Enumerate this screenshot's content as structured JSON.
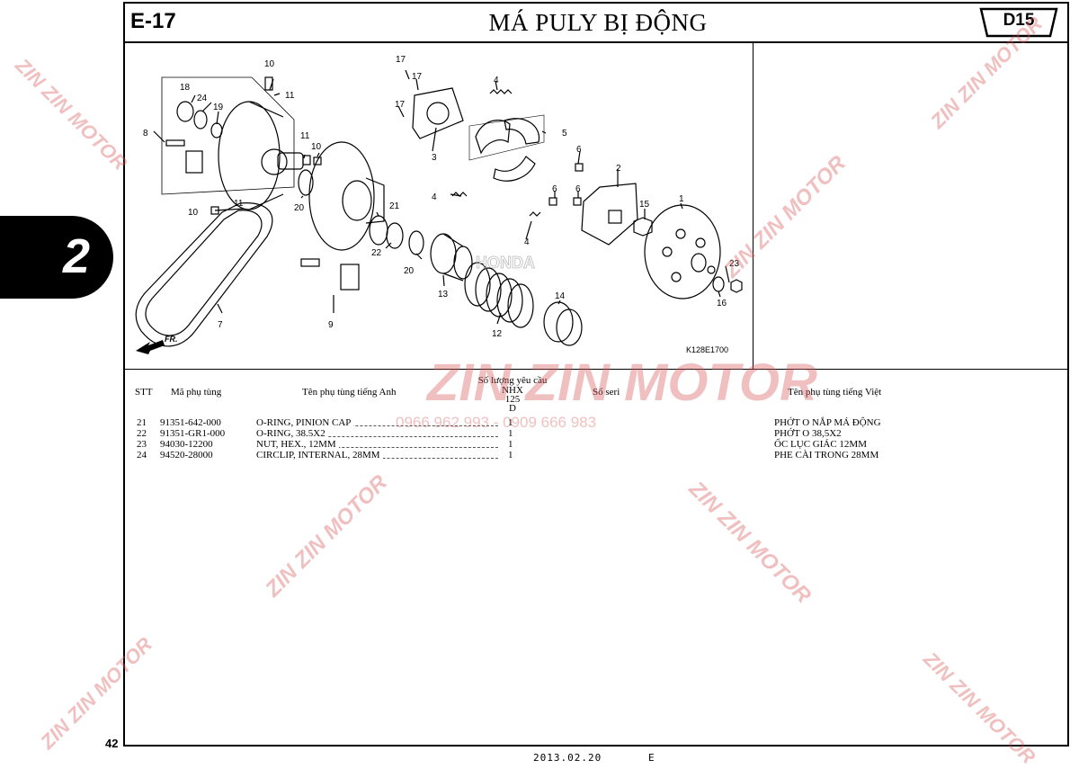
{
  "header": {
    "page_code": "E-17",
    "title": "MÁ PULY BỊ ĐỘNG",
    "model_badge": "D15"
  },
  "section_tab": {
    "number": "2"
  },
  "diagram": {
    "code": "K128E1700",
    "direction_label": "FR.",
    "brand_text": "HONDA",
    "callouts": [
      "10",
      "11",
      "18",
      "24",
      "19",
      "8",
      "11",
      "10",
      "20",
      "10",
      "11",
      "7",
      "17",
      "17",
      "17",
      "3",
      "4",
      "5",
      "4",
      "4",
      "6",
      "6",
      "6",
      "2",
      "1",
      "15",
      "21",
      "22",
      "20",
      "13",
      "9",
      "12",
      "14",
      "23",
      "16"
    ]
  },
  "table": {
    "headers": {
      "stt": "STT",
      "part_no": "Mã phụ tùng",
      "name_en": "Tên phụ tùng tiếng Anh",
      "qty_title": "Số lượng yêu cầu",
      "qty_model": "NHX",
      "qty_cc": "125",
      "qty_type": "D",
      "serial": "Số seri",
      "name_vi": "Tên phụ tùng tiếng Việt"
    },
    "rows": [
      {
        "stt": "21",
        "part_no": "91351-642-000",
        "name_en": "O-RING, PINION CAP",
        "qty": "1",
        "name_vi": "PHỚT O  NẮP MÁ ĐỘNG"
      },
      {
        "stt": "22",
        "part_no": "91351-GR1-000",
        "name_en": "O-RING, 38.5X2",
        "qty": "1",
        "name_vi": "PHỚT O 38,5X2"
      },
      {
        "stt": "23",
        "part_no": "94030-12200",
        "name_en": "NUT, HEX., 12MM",
        "qty": "1",
        "name_vi": "ỐC LỤC GIÁC 12MM"
      },
      {
        "stt": "24",
        "part_no": "94520-28000",
        "name_en": "CIRCLIP, INTERNAL, 28MM",
        "qty": "1",
        "name_vi": "PHE CÀI TRONG 28MM"
      }
    ]
  },
  "watermark": {
    "brand": "ZIN ZIN MOTOR",
    "phone": "0966 962 993 - 0909 666 983"
  },
  "footer": {
    "page_number": "42",
    "date": "2013.02.20",
    "letter": "E"
  }
}
